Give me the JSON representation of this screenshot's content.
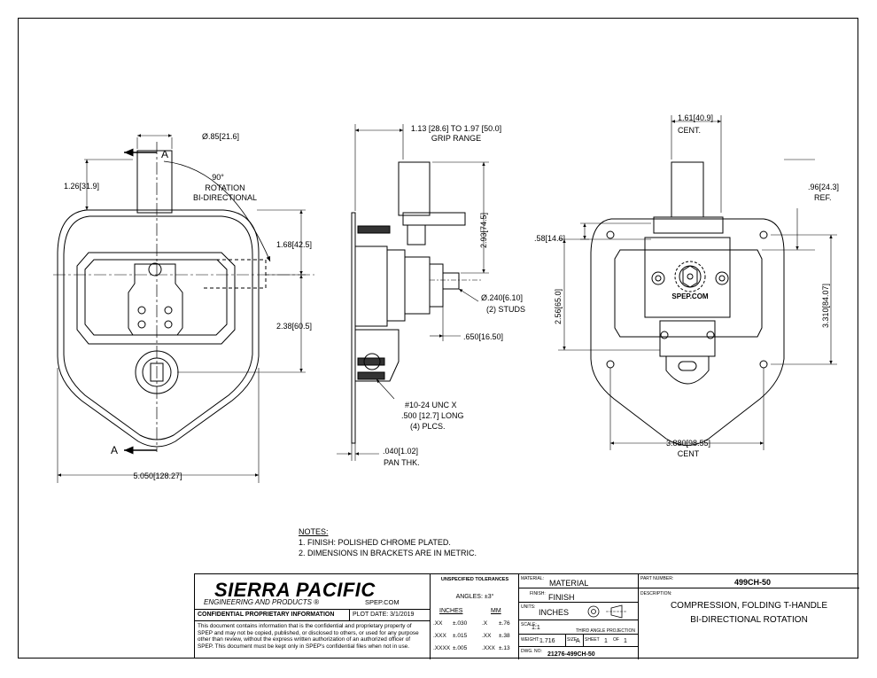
{
  "views": {
    "front": {
      "section_label": "A",
      "dims": {
        "hole_dia": "Ø.85[21.6]",
        "handle_height": "1.26[31.9]",
        "rotation_1": "90°",
        "rotation_2": "ROTATION",
        "rotation_3": "BI-DIRECTIONAL",
        "dim_168": "1.68[42.5]",
        "dim_238": "2.38[60.5]",
        "width": "5.050[128.27]"
      }
    },
    "side": {
      "grip_1": "1.13 [28.6] TO 1.97 [50.0]",
      "grip_2": "GRIP RANGE",
      "dim_293": "2.93[74.5]",
      "studs_dia": "Ø.240[6.10]",
      "studs_count": "(2) STUDS",
      "dim_650": ".650[16.50]",
      "thread_1": "#10-24 UNC X",
      "thread_2": ".500 [12.7] LONG",
      "thread_3": "(4) PLCS.",
      "pan_1": ".040[1.02]",
      "pan_2": "PAN THK."
    },
    "rear": {
      "cent_top_1": "1.61[40.9]",
      "cent_top_2": "CENT.",
      "ref_1": ".96[24.3]",
      "ref_2": "REF.",
      "dim_58": ".58[14.6]",
      "dim_256": "2.56[65.0]",
      "dim_3310": "3.310[84.07]",
      "width_1": "3.880[98.55]",
      "width_2": "CENT",
      "logo": "SPEP.COM"
    }
  },
  "notes": {
    "heading": "NOTES:",
    "items": [
      "1.   FINISH: POLISHED CHROME PLATED.",
      "2.   DIMENSIONS IN BRACKETS ARE IN METRIC."
    ]
  },
  "title_block": {
    "company": "SIERRA PACIFIC",
    "company_sub": "ENGINEERING AND PRODUCTS",
    "registered": "®",
    "website": "SPEP.COM",
    "confidential_label": "CONFIDENTIAL PROPRIETARY INFORMATION",
    "plot_date": "PLOT DATE:  3/1/2019",
    "disclaimer": "This document contains information that is the confidential and proprietary property of SPEP and may not be copied, published, or disclosed to others, or used for any purpose  other than review, without the express written authorization of an authorized officer of SPEP. This document must be kept only in SPEP's confidential files when not in use.",
    "tolerances": {
      "title": "UNSPECIFIED TOLERANCES",
      "angles": "ANGLES: ±3°",
      "inches_hdr": "INCHES",
      "mm_hdr": "MM",
      "rows": [
        [
          ".XX",
          "±.030",
          ".X",
          "±.76"
        ],
        [
          ".XXX",
          "±.015",
          ".XX",
          "±.38"
        ],
        [
          ".XXXX",
          "±.005",
          ".XXX",
          "±.13"
        ]
      ]
    },
    "material_label": "MATERIAL:",
    "material_value": "MATERIAL",
    "finish_label": "FINISH:",
    "finish_value": "FINISH",
    "units_label": "UNITS:",
    "units_value": "INCHES",
    "scale_label": "SCALE:",
    "scale_value": "1:1",
    "projection": "THIRD ANGLE PROJECTION",
    "weight_label": "WEIGHT:",
    "weight_value": "1.716",
    "size_label": "SIZE",
    "size_value": "A",
    "sheet_label": "SHEET",
    "sheet_value": "1",
    "of_label": "OF",
    "of_value": "1",
    "dwg_label": "DWG. NO:",
    "dwg_value": "21276-499CH-50",
    "part_label": "PART NUMBER:",
    "part_value": "499CH-50",
    "desc_label": "DESCRIPTION:",
    "desc_1": "COMPRESSION, FOLDING T-HANDLE",
    "desc_2": "BI-DIRECTIONAL ROTATION"
  }
}
